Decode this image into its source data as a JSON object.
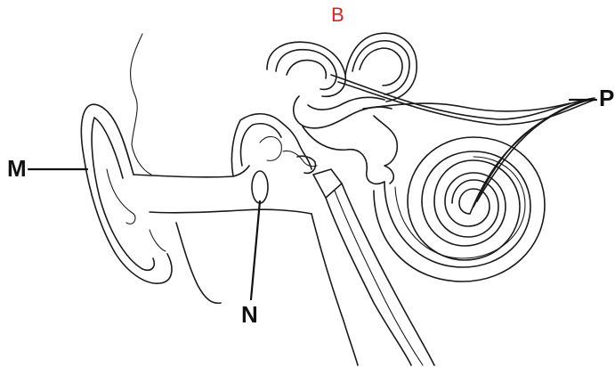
{
  "labels": {
    "b": "B",
    "m": "M",
    "n": "N",
    "p": "P"
  },
  "colors": {
    "label_b": "#e02020",
    "ink": "#1a1a1a"
  }
}
